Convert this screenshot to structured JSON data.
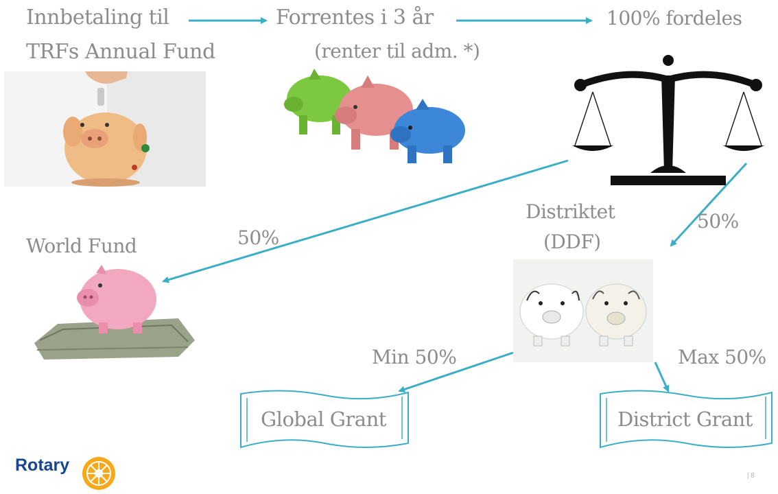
{
  "steps": {
    "payment_line1": "Innbetaling til",
    "payment_line2": "TRFs Annual Fund",
    "interest_line1": "Forrentes i 3 år",
    "interest_line2": "(renter til adm. *)",
    "distributed": "100% fordeles"
  },
  "split": {
    "world_fund": "World Fund",
    "world_pct": "50%",
    "district_line1": "Distriktet",
    "district_line2": "(DDF)",
    "district_pct": "50%"
  },
  "grants": {
    "global_pct": "Min 50%",
    "global_label": "Global Grant",
    "district_pct": "Max 50%",
    "district_label": "District Grant"
  },
  "logo": {
    "name": "Rotary"
  },
  "page_number": "| 8",
  "colors": {
    "arrow": "#3aaec6",
    "text": "#8c8c8c",
    "rotary_blue": "#17458f",
    "rotary_gold": "#f7a81b"
  }
}
